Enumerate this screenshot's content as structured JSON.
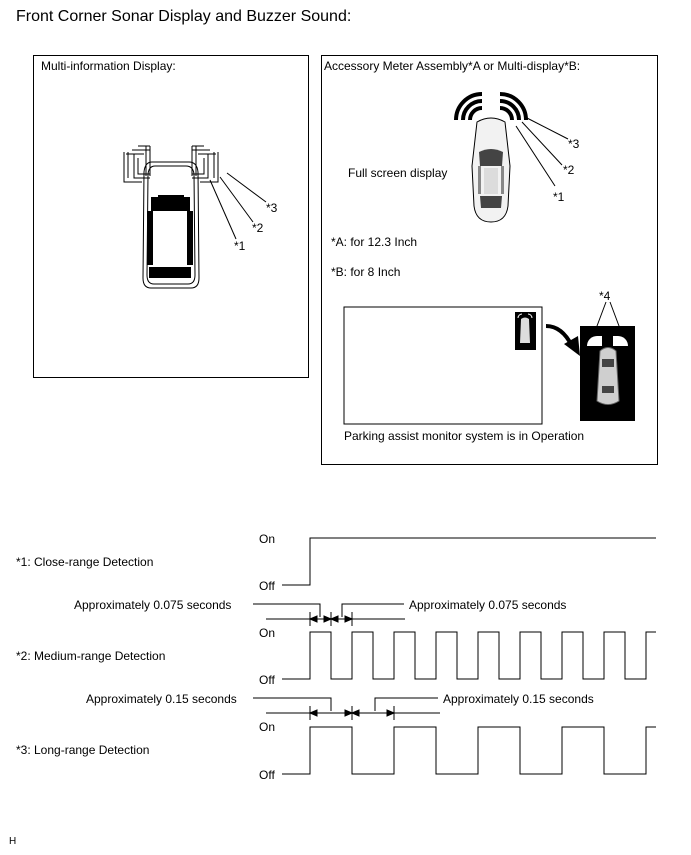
{
  "title": "Front Corner Sonar Display and Buzzer Sound:",
  "left_panel": {
    "heading": "Multi-information Display:",
    "callouts": [
      "*3",
      "*2",
      "*1"
    ]
  },
  "right_panel": {
    "heading": "Accessory Meter Assembly*A or Multi-display*B:",
    "callouts": [
      "*3",
      "*2",
      "*1"
    ],
    "full_screen_label": "Full screen display",
    "note_a": "*A: for 12.3 Inch",
    "note_b": "*B: for 8 Inch",
    "callout_4": "*4",
    "operation_label": "Parking assist monitor system is in Operation"
  },
  "timing": {
    "on_label": "On",
    "off_label": "Off",
    "close_range": "*1: Close-range Detection",
    "medium_range": "*2: Medium-range Detection",
    "long_range": "*3: Long-range Detection",
    "medium_interval_left": "Approximately 0.075 seconds",
    "medium_interval_right": "Approximately 0.075 seconds",
    "long_interval_left": "Approximately 0.15 seconds",
    "long_interval_right": "Approximately 0.15 seconds"
  },
  "footer_code": "H"
}
